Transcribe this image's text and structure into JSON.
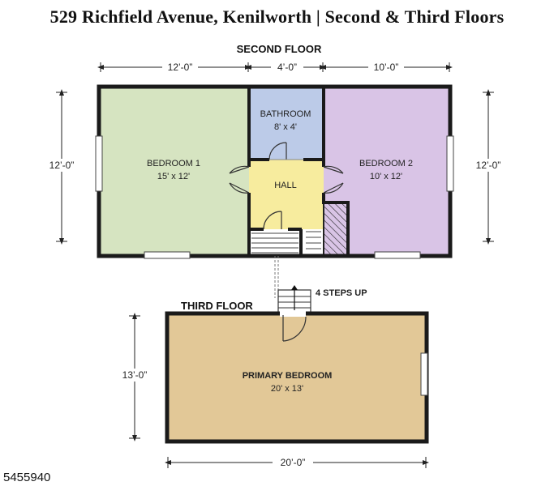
{
  "title": "529 Richfield Avenue, Kenilworth   |   Second & Third Floors",
  "listing_id": "5455940",
  "second_floor": {
    "heading": "SECOND FLOOR",
    "dims": {
      "top_left": "12’-0”",
      "top_mid": "4’-0”",
      "top_right": "10’-0”",
      "left": "12’-0”",
      "right": "12’-0”"
    },
    "rooms": {
      "bedroom1": {
        "name": "BEDROOM 1",
        "size": "15' x 12'",
        "color": "#d6e4c1"
      },
      "bathroom": {
        "name": "BATHROOM",
        "size": "8' x 4'",
        "color": "#bccbe8"
      },
      "hall": {
        "name": "HALL",
        "color": "#f7ec9e"
      },
      "bedroom2": {
        "name": "BEDROOM 2",
        "size": "10' x 12'",
        "color": "#d9c4e6"
      }
    }
  },
  "stairs_label": "4 STEPS UP",
  "third_floor": {
    "heading": "THIRD FLOOR",
    "dims": {
      "left": "13’-0”",
      "bottom": "20’-0”"
    },
    "rooms": {
      "primary": {
        "name": "PRIMARY BEDROOM",
        "size": "20' x 13'",
        "color": "#e2c897"
      }
    }
  }
}
